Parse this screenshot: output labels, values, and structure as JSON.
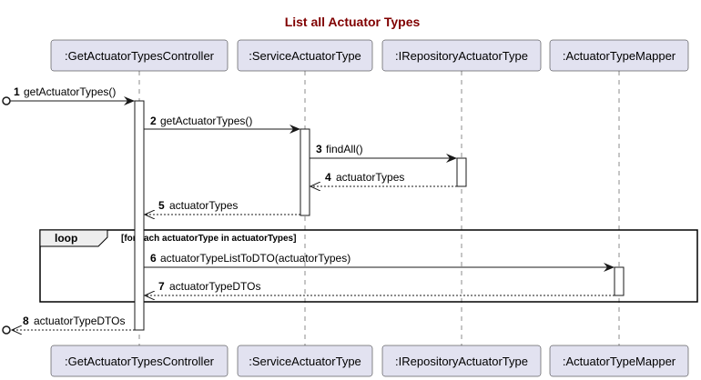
{
  "title": "List all Actuator Types",
  "colors": {
    "title": "#800000",
    "participant_fill": "#E2E2F0",
    "participant_stroke": "#181818",
    "lifeline": "#181818",
    "activation_fill": "#ffffff"
  },
  "participants": [
    {
      "id": "controller",
      "label": ":GetActuatorTypesController"
    },
    {
      "id": "service",
      "label": ":ServiceActuatorType"
    },
    {
      "id": "repository",
      "label": ":IRepositoryActuatorType"
    },
    {
      "id": "mapper",
      "label": ":ActuatorTypeMapper"
    }
  ],
  "messages": [
    {
      "num": "1",
      "label": "getActuatorTypes()",
      "from": "external",
      "to": "controller",
      "type": "sync"
    },
    {
      "num": "2",
      "label": "getActuatorTypes()",
      "from": "controller",
      "to": "service",
      "type": "sync"
    },
    {
      "num": "3",
      "label": "findAll()",
      "from": "service",
      "to": "repository",
      "type": "sync"
    },
    {
      "num": "4",
      "label": "actuatorTypes",
      "from": "repository",
      "to": "service",
      "type": "return"
    },
    {
      "num": "5",
      "label": "actuatorTypes",
      "from": "service",
      "to": "controller",
      "type": "return"
    },
    {
      "num": "6",
      "label": "actuatorTypeListToDTO(actuatorTypes)",
      "from": "controller",
      "to": "mapper",
      "type": "sync"
    },
    {
      "num": "7",
      "label": "actuatorTypeDTOs",
      "from": "mapper",
      "to": "controller",
      "type": "return"
    },
    {
      "num": "8",
      "label": "actuatorTypeDTOs",
      "from": "controller",
      "to": "external",
      "type": "return"
    }
  ],
  "loop": {
    "keyword": "loop",
    "condition": "[for each actuatorType in actuatorTypes]"
  }
}
